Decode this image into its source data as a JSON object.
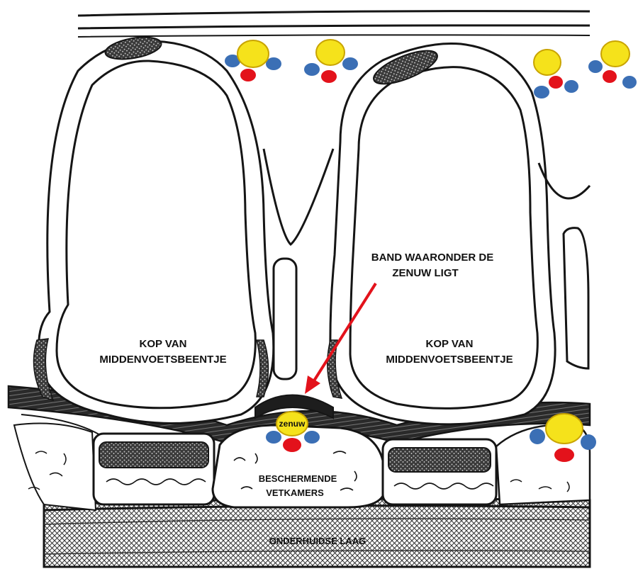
{
  "labels": {
    "metatarsal_head_left": [
      "KOP VAN",
      "MIDDENVOETSBEENTJE"
    ],
    "metatarsal_head_right": [
      "KOP VAN",
      "MIDDENVOETSBEENTJE"
    ],
    "ligament_band": [
      "BAND WAARONDER DE",
      "ZENUW LIGT"
    ],
    "fat_chambers": [
      "BESCHERMENDE",
      "VETKAMERS"
    ],
    "subcutaneous_layer": "ONDERHUIDSE LAAG",
    "nerve": "zenuw"
  },
  "colors": {
    "nerve": "#f5e21b",
    "nerve_outline": "#c9a400",
    "artery": "#e3121b",
    "vein": "#3b6fb5",
    "arrow": "#e3121b",
    "ink": "#151515"
  }
}
